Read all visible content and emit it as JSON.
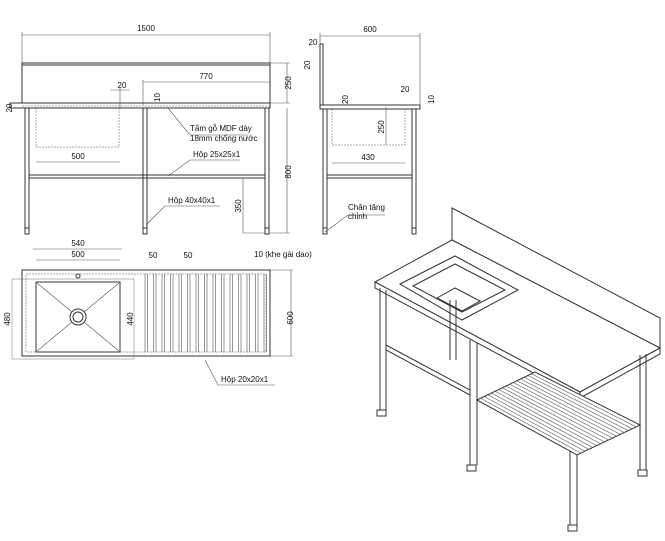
{
  "front_view": {
    "width": "1500",
    "backsplash_height": "250",
    "drainboard_length": "770",
    "edge_20": "20",
    "lip_20": "20",
    "thickness_10": "10",
    "sink_width": "500",
    "height": "800",
    "shelf_height": "350",
    "label_mdf_1": "Tấm gỗ MDF dày",
    "label_mdf_2": "18mm chống nước",
    "label_frame": "Hộp 25x25x1",
    "label_leg": "Hộp 40x40x1"
  },
  "side_view": {
    "depth": "600",
    "top_20": "20",
    "side_20": "20",
    "sink_20": "20",
    "lip_20": "20",
    "thickness_10": "10",
    "sink_depth": "250",
    "sink_width": "430",
    "label_foot_1": "Chân tăng",
    "label_foot_2": "chỉnh"
  },
  "top_view": {
    "outer_sink": "540",
    "inner_sink": "500",
    "slat_gap_1": "50",
    "slat_gap_2": "50",
    "knife_slot": "10 (khe gài dao)",
    "sink_outer_depth": "480",
    "sink_inner_depth": "440",
    "depth": "600",
    "label_slat": "Hộp 20x20x1"
  }
}
